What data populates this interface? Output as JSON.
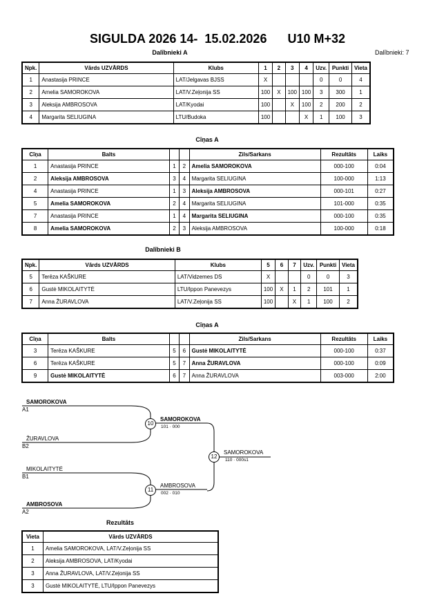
{
  "header": {
    "title": "SIGULDA 2026 14-  15.02.2026      U10 M+32",
    "section_a": "Dalībnieki A",
    "participants_count": "Dalībnieki: 7",
    "section_b": "Dalībnieki B",
    "fights_title": "Cīņas A",
    "results_title": "Rezultāts"
  },
  "pool_a": {
    "headers": [
      "Npk.",
      "Vārds UZVĀRDS",
      "Klubs",
      "1",
      "2",
      "3",
      "4",
      "Uzv.",
      "Punkti",
      "Vieta"
    ],
    "rows": [
      {
        "npk": "1",
        "name": "Anastasija PRINCE",
        "club": "LAT/Jelgavas BJSS",
        "s": [
          "X",
          "",
          "",
          ""
        ],
        "wins": "0",
        "points": "0",
        "place": "4"
      },
      {
        "npk": "2",
        "name": "Amelia SAMOROKOVA",
        "club": "LAT/V.Zeļonija SS",
        "s": [
          "100",
          "X",
          "100",
          "100"
        ],
        "wins": "3",
        "points": "300",
        "place": "1"
      },
      {
        "npk": "3",
        "name": "Aleksija AMBROSOVA",
        "club": "LAT/Kyodai",
        "s": [
          "100",
          "",
          "X",
          "100"
        ],
        "wins": "2",
        "points": "200",
        "place": "2"
      },
      {
        "npk": "4",
        "name": "Margarita SELIUGINA",
        "club": "LTU/Budoka",
        "s": [
          "100",
          "",
          "",
          "X"
        ],
        "wins": "1",
        "points": "100",
        "place": "3"
      }
    ]
  },
  "fights_a": {
    "headers": [
      "Cīņa",
      "Balts",
      "Zils/Sarkans",
      "Rezultāts",
      "Laiks"
    ],
    "rows": [
      {
        "n": "1",
        "white": "Anastasija PRINCE",
        "wb": false,
        "a": "1",
        "b": "2",
        "blue": "Amelia SAMOROKOVA",
        "bb": true,
        "res": "000-100",
        "time": "0:04"
      },
      {
        "n": "2",
        "white": "Aleksija AMBROSOVA",
        "wb": true,
        "a": "3",
        "b": "4",
        "blue": "Margarita SELIUGINA",
        "bb": false,
        "res": "100-000",
        "time": "1:13"
      },
      {
        "n": "4",
        "white": "Anastasija PRINCE",
        "wb": false,
        "a": "1",
        "b": "3",
        "blue": "Aleksija AMBROSOVA",
        "bb": true,
        "res": "000-101",
        "time": "0:27"
      },
      {
        "n": "5",
        "white": "Amelia SAMOROKOVA",
        "wb": true,
        "a": "2",
        "b": "4",
        "blue": "Margarita SELIUGINA",
        "bb": false,
        "res": "101-000",
        "time": "0:35"
      },
      {
        "n": "7",
        "white": "Anastasija PRINCE",
        "wb": false,
        "a": "1",
        "b": "4",
        "blue": "Margarita SELIUGINA",
        "bb": true,
        "res": "000-100",
        "time": "0:35"
      },
      {
        "n": "8",
        "white": "Amelia SAMOROKOVA",
        "wb": true,
        "a": "2",
        "b": "3",
        "blue": "Aleksija AMBROSOVA",
        "bb": false,
        "res": "100-000",
        "time": "0:18"
      }
    ]
  },
  "pool_b": {
    "headers": [
      "Npk.",
      "Vārds UZVĀRDS",
      "Klubs",
      "5",
      "6",
      "7",
      "Uzv.",
      "Punkti",
      "Vieta"
    ],
    "rows": [
      {
        "npk": "5",
        "name": "Terēza KAŠKURE",
        "club": "LAT/Vidzemes DS",
        "s": [
          "X",
          "",
          ""
        ],
        "wins": "0",
        "points": "0",
        "place": "3"
      },
      {
        "npk": "6",
        "name": "Gustė MIKOLAITYTĖ",
        "club": "LTU/Ippon Panevezys",
        "s": [
          "100",
          "X",
          "1"
        ],
        "wins": "2",
        "points": "101",
        "place": "1"
      },
      {
        "npk": "7",
        "name": "Anna ŽURAVLOVA",
        "club": "LAT/V.Zeļonija SS",
        "s": [
          "100",
          "",
          "X"
        ],
        "wins": "1",
        "points": "100",
        "place": "2"
      }
    ]
  },
  "fights_b": {
    "rows": [
      {
        "n": "3",
        "white": "Terēza KAŠKURE",
        "wb": false,
        "a": "5",
        "b": "6",
        "blue": "Gustė MIKOLAITYTĖ",
        "bb": true,
        "res": "000-100",
        "time": "0:37"
      },
      {
        "n": "6",
        "white": "Terēza KAŠKURE",
        "wb": false,
        "a": "5",
        "b": "7",
        "blue": "Anna ŽURAVLOVA",
        "bb": true,
        "res": "000-100",
        "time": "0:09"
      },
      {
        "n": "9",
        "white": "Gustė MIKOLAITYTĖ",
        "wb": true,
        "a": "6",
        "b": "7",
        "blue": "Anna ŽURAVLOVA",
        "bb": false,
        "res": "003-000",
        "time": "2:00"
      }
    ]
  },
  "bracket": {
    "e1": {
      "name": "SAMOROKOVA",
      "seed": "A1"
    },
    "e2": {
      "name": "ŽURAVLOVA",
      "seed": "B2"
    },
    "e3": {
      "name": "MIKOLAITYTĖ",
      "seed": "B1"
    },
    "e4": {
      "name": "AMBROSOVA",
      "seed": "A2"
    },
    "m10": {
      "num": "10",
      "winner": "SAMOROKOVA",
      "score": "101 · 000"
    },
    "m11": {
      "num": "11",
      "winner": "AMBROSOVA",
      "score": "002 · 010"
    },
    "m12": {
      "num": "12",
      "winner": "SAMOROKOVA",
      "score": "110 · 000s1"
    }
  },
  "results": {
    "headers": [
      "Vieta",
      "Vārds UZVĀRDS"
    ],
    "rows": [
      {
        "place": "1",
        "name": "Amelia SAMOROKOVA, LAT/V.Zeļonija SS"
      },
      {
        "place": "2",
        "name": "Aleksija AMBROSOVA, LAT/Kyodai"
      },
      {
        "place": "3",
        "name": "Anna ŽURAVLOVA, LAT/V.Zeļonija SS"
      },
      {
        "place": "3",
        "name": "Gustė MIKOLAITYTĖ, LTU/Ippon Panevezys"
      }
    ]
  }
}
